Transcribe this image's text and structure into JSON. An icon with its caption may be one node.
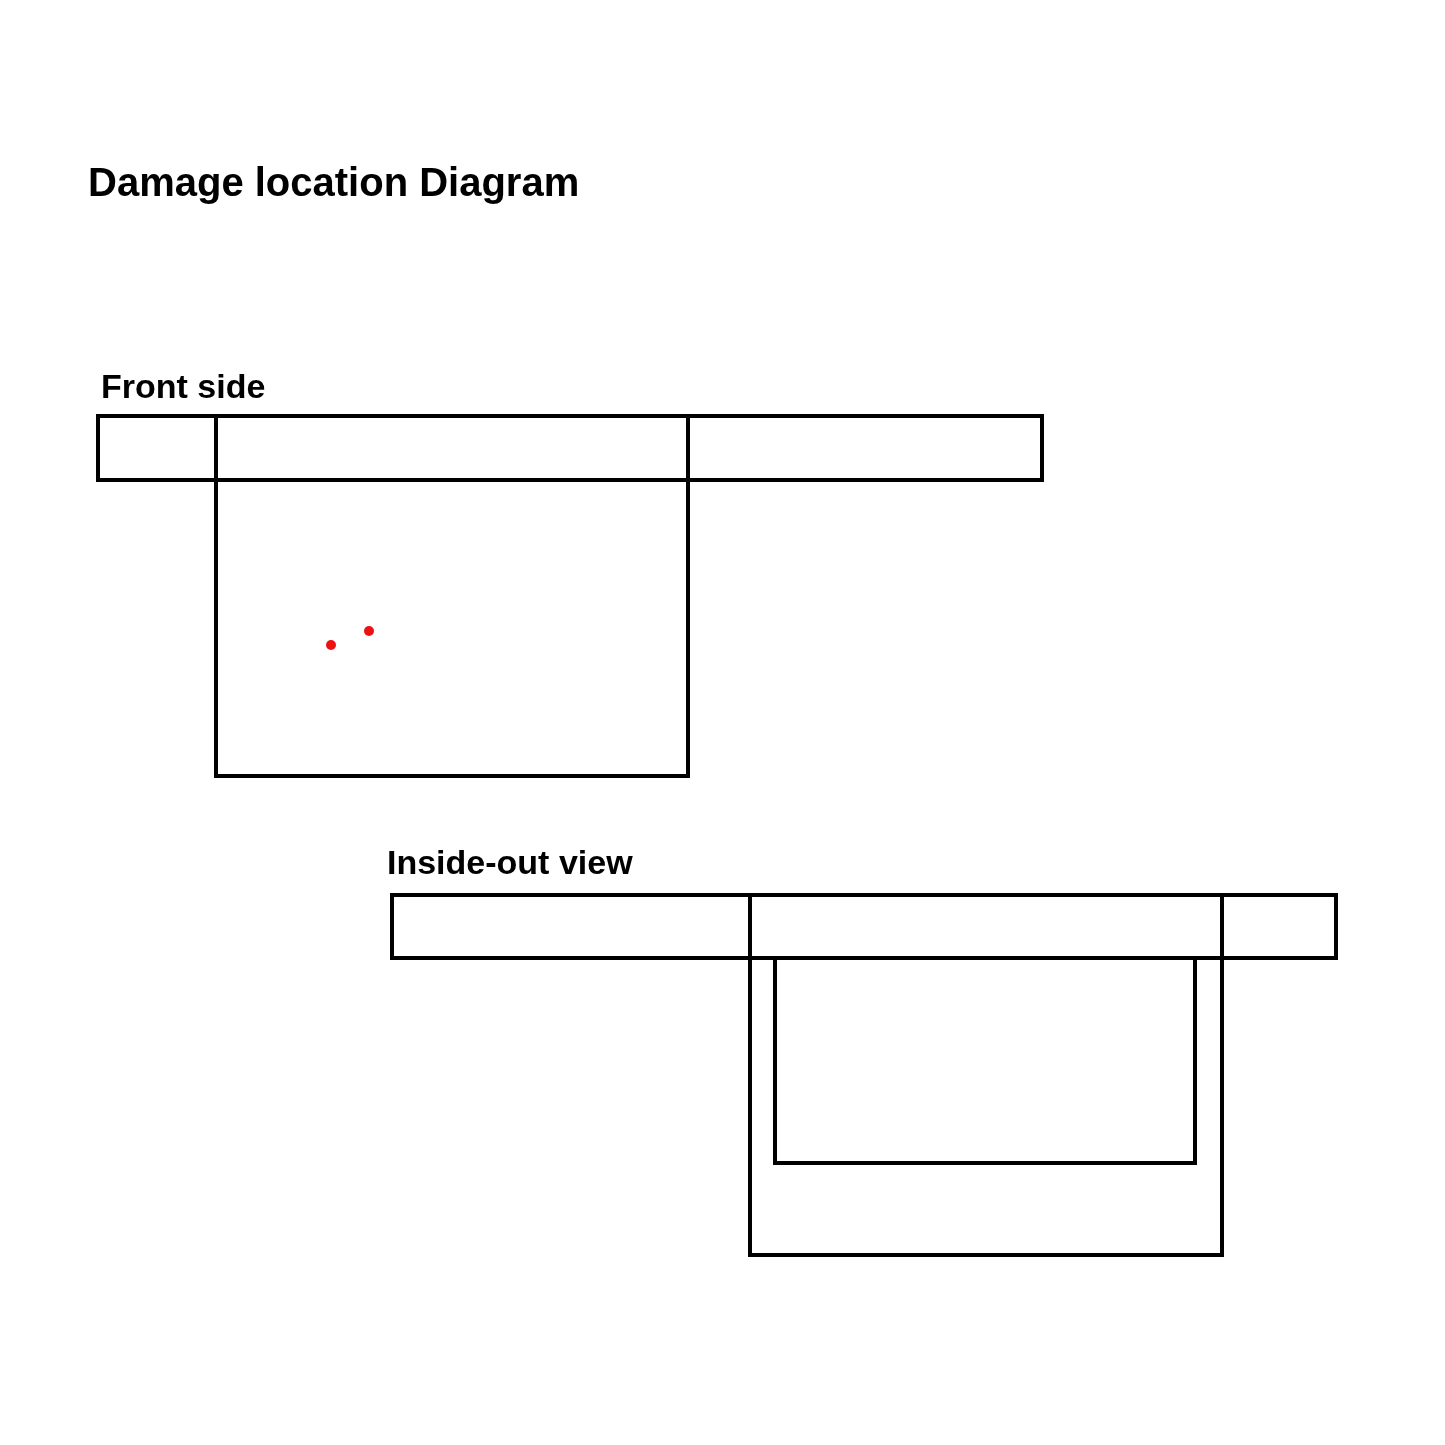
{
  "diagram": {
    "title": "Damage location Diagram",
    "labels": [
      "Front side",
      "Inside-out view"
    ]
  }
}
